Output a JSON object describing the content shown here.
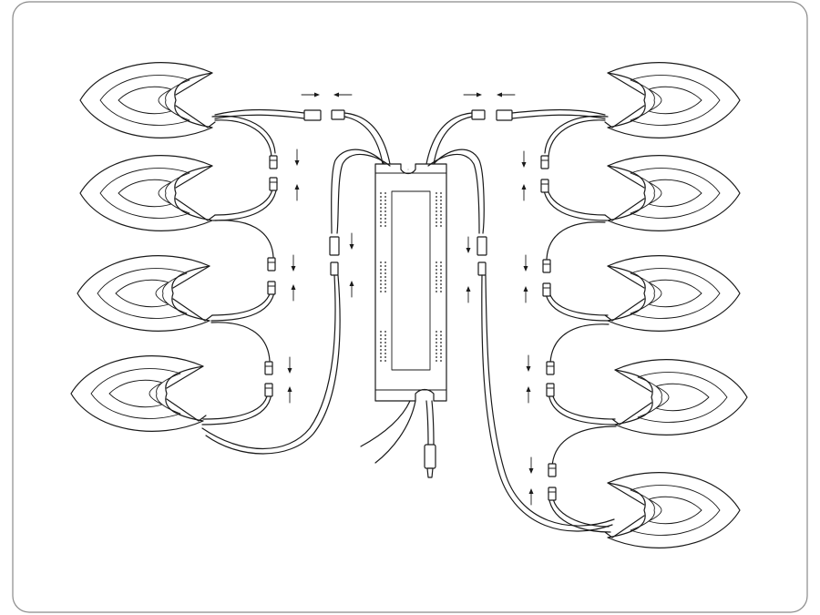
{
  "diagram": {
    "kind": "wiring-diagram",
    "colors": {
      "line": "#1a1a1a",
      "background": "#ffffff",
      "border": "#8a8a8a"
    },
    "left_column": {
      "lamp_count": 4
    },
    "right_column": {
      "lamp_count": 5
    },
    "driver": {
      "lead_wires": 3,
      "has_plug": true
    }
  }
}
